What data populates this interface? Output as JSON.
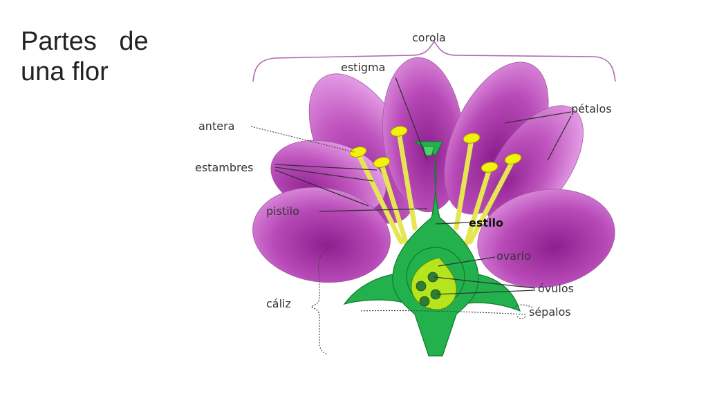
{
  "slide": {
    "title_line_1": "Partes de",
    "title_line_2": "una flor"
  },
  "diagram": {
    "labels": {
      "corola": "corola",
      "estigma": "estigma",
      "petalos": "pétalos",
      "antera": "antera",
      "estambres": "estambres",
      "pistilo": "pistilo",
      "estilo": "estilo",
      "ovario": "ovario",
      "ovulos": "óvulos",
      "caliz": "cáliz",
      "sepalos": "sépalos"
    },
    "colors": {
      "petal_dark": "#8e1f8e",
      "petal_light": "#e49be4",
      "stem_green": "#22b14c",
      "ovary_light": "#b5e61d",
      "ovule_dark": "#2e7d32",
      "stamen_yellow": "#e6e653",
      "anther_yellow": "#f2f20a",
      "bracket_corola": "#b06ab0",
      "bracket_caliz": "#3a6f7f"
    }
  }
}
